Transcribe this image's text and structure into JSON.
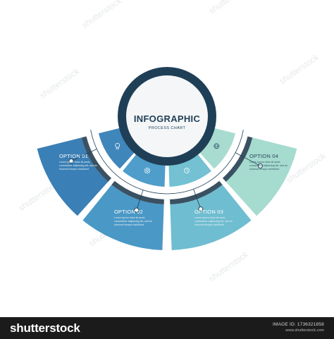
{
  "center": {
    "title": "INFOGRAPHIC",
    "subtitle": "PROCESS CHART"
  },
  "options": [
    {
      "label": "OPTION 01",
      "color": "#3a7fb5",
      "text": "Lorem ipsum dolor sit amet, consectetur adipiscing elit, sed do eiusmod tempor incididunt."
    },
    {
      "label": "OPTION 02",
      "color": "#4a98c6",
      "text": "Lorem ipsum dolor sit amet, consectetur adipiscing elit, sed do eiusmod tempor incididunt."
    },
    {
      "label": "OPTION 03",
      "color": "#6fbdd0",
      "text": "Lorem ipsum dolor sit amet, consectetur adipiscing elit, sed do eiusmod tempor incididunt."
    },
    {
      "label": "OPTION 04",
      "color": "#a6dbcf",
      "text": "Lorem ipsum dolor sit amet, consectetur adipiscing elit, sed do eiusmod tempor incididunt."
    }
  ],
  "inner_colors": [
    "#3f86bb",
    "#4f9dca",
    "#73c1d2",
    "#a9dcd1"
  ],
  "icons": [
    "lightbulb-icon",
    "gear-icon",
    "clock-icon",
    "globe-icon"
  ],
  "ring_color": "#1f3f57",
  "watermark": "shutterstock",
  "footer": {
    "brand": "shutterstock",
    "image_id": "IMAGE ID: 1736321858",
    "site": "www.shutterstock.com"
  }
}
